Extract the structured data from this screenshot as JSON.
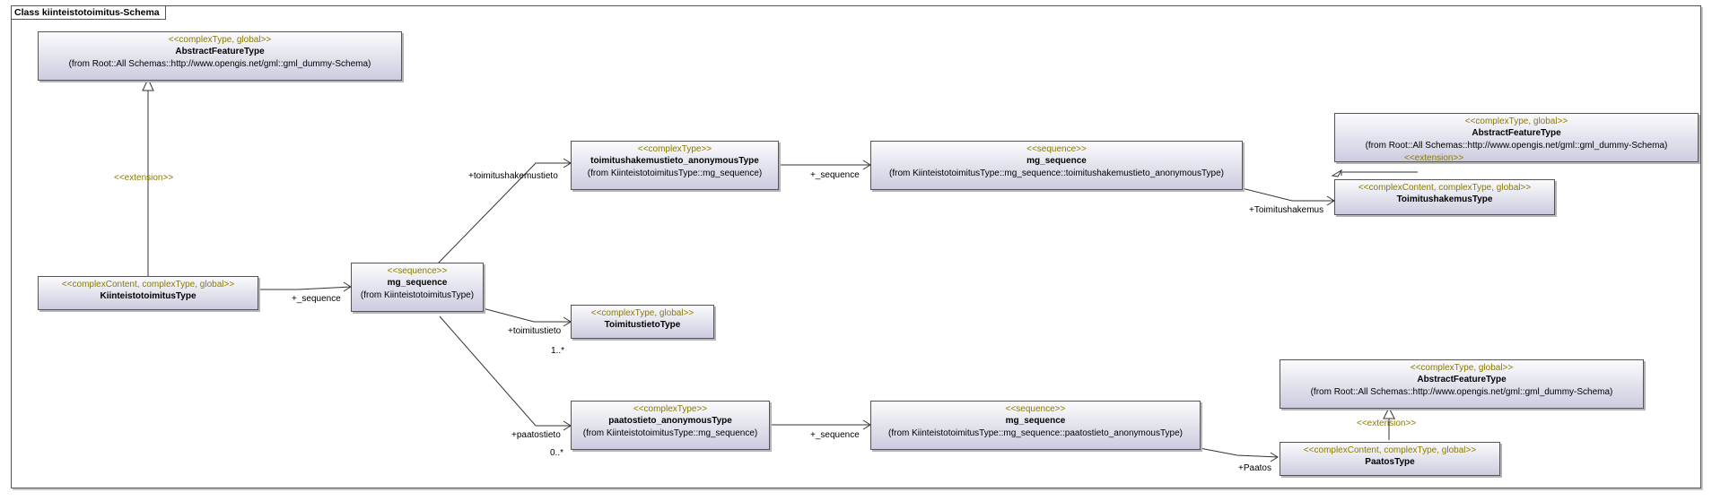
{
  "frame": {
    "title": "Class kiinteistotoimitus-Schema"
  },
  "classes": {
    "abs1": {
      "stereotype": "<<complexType, global>>",
      "name": "AbstractFeatureType",
      "from": "(from Root::All Schemas::http://www.opengis.net/gml::gml_dummy-Schema)"
    },
    "kiint": {
      "stereotype": "<<complexContent, complexType, global>>",
      "name": "KiinteistotoimitusType"
    },
    "mgseq1": {
      "stereotype": "<<sequence>>",
      "name": "mg_sequence",
      "from": "(from KiinteistotoimitusType)"
    },
    "toimhak": {
      "stereotype": "<<complexType>>",
      "name": "toimitushakemustieto_anonymousType",
      "from": "(from KiinteistotoimitusType::mg_sequence)"
    },
    "mgseq2": {
      "stereotype": "<<sequence>>",
      "name": "mg_sequence",
      "from": "(from KiinteistotoimitusType::mg_sequence::toimitushakemustieto_anonymousType)"
    },
    "abs2": {
      "stereotype": "<<complexType, global>>",
      "name": "AbstractFeatureType",
      "from": "(from Root::All Schemas::http://www.opengis.net/gml::gml_dummy-Schema)"
    },
    "toimhaktype": {
      "stereotype": "<<complexContent, complexType, global>>",
      "name": "ToimitushakemusType"
    },
    "toimtieto": {
      "stereotype": "<<complexType, global>>",
      "name": "ToimitustietoType"
    },
    "paatos": {
      "stereotype": "<<complexType>>",
      "name": "paatostieto_anonymousType",
      "from": "(from KiinteistotoimitusType::mg_sequence)"
    },
    "mgseq3": {
      "stereotype": "<<sequence>>",
      "name": "mg_sequence",
      "from": "(from KiinteistotoimitusType::mg_sequence::paatostieto_anonymousType)"
    },
    "abs3": {
      "stereotype": "<<complexType, global>>",
      "name": "AbstractFeatureType",
      "from": "(from Root::All Schemas::http://www.opengis.net/gml::gml_dummy-Schema)"
    },
    "paatostype": {
      "stereotype": "<<complexContent, complexType, global>>",
      "name": "PaatosType"
    }
  },
  "labels": {
    "ext1": "<<extension>>",
    "ext2": "<<extension>>",
    "ext3": "<<extension>>",
    "seq1": "+_sequence",
    "toimhak_role": "+toimitushakemustieto",
    "toimtieto_role": "+toimitustieto",
    "toimtieto_mult": "1..*",
    "paatos_role": "+paatostieto",
    "paatos_mult": "0..*",
    "seq2": "+_sequence",
    "seq3": "+_sequence",
    "toimhak_target": "+Toimitushakemus",
    "paatos_target": "+Paatos"
  }
}
